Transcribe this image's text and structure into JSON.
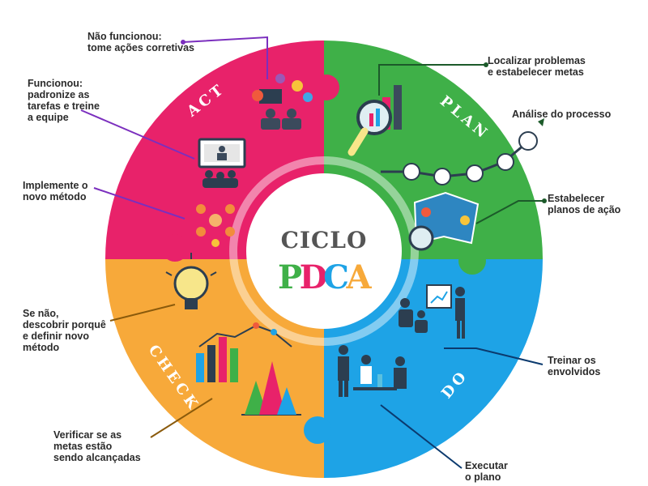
{
  "center": {
    "line1": "CICLO",
    "letters": [
      "P",
      "D",
      "C",
      "A"
    ]
  },
  "quadrants": {
    "act": "ACT",
    "plan": "PLAN",
    "do": "DO",
    "check": "CHECK"
  },
  "notes": {
    "act_fail": "Não funcionou:\ntome ações corretivas",
    "act_ok": "Funcionou:\npadronize as\ntarefas e treine\na equipe",
    "act_implement": "Implemente o\nnovo método",
    "plan_locate": "Localizar problemas\ne estabelecer metas",
    "plan_analysis": "Análise do processo",
    "plan_actions": "Estabelecer\nplanos de ação",
    "check_why": "Se não,\ndescobrir porquê\ne definir novo\nmétodo",
    "check_goals": "Verificar se as\nmetas estão\nsendo alcançadas",
    "do_train": "Treinar os\nenvolvidos",
    "do_execute": "Executar\no plano"
  },
  "colors": {
    "act": "#e8226a",
    "plan": "#3fb048",
    "do": "#1ea3e6",
    "check": "#f7a93a",
    "leader_act": "#7b2fbe",
    "leader_plan": "#1c5a2a",
    "leader_do": "#0b3a6e",
    "letter_p": "#3fb048",
    "letter_d": "#e8226a",
    "letter_c": "#1ea3e6",
    "letter_a": "#f7a93a",
    "center_text": "#555555"
  }
}
